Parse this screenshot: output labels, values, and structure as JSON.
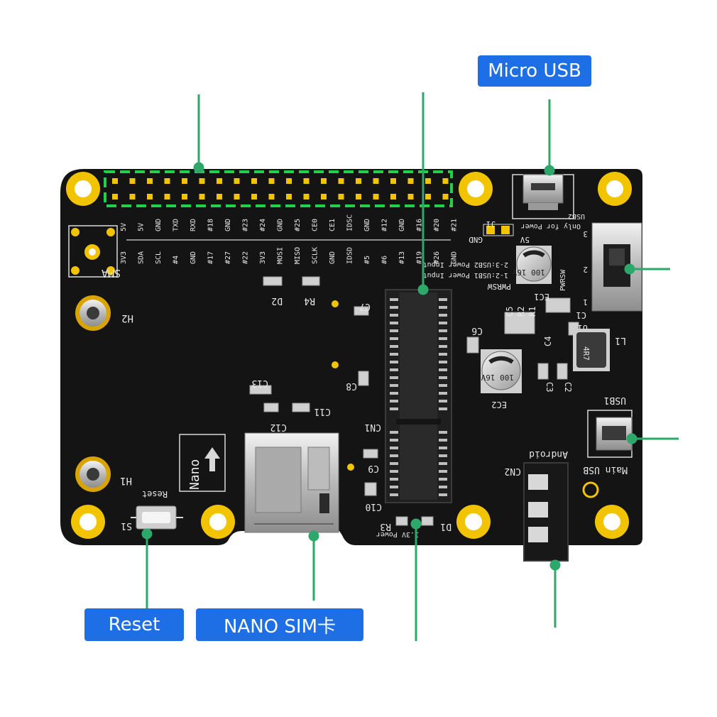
{
  "callouts": {
    "micro_usb": "Micro USB",
    "reset": "Reset",
    "nano_sim": "NANO SIM卡"
  },
  "silkscreen": {
    "top_pins": [
      "5V",
      "5V",
      "GND",
      "TXD",
      "RXD",
      "#18",
      "GND",
      "#23",
      "#24",
      "GND",
      "#25",
      "CE0",
      "CE1",
      "IDSC",
      "GND",
      "#12",
      "GND",
      "#16",
      "#20",
      "#21"
    ],
    "bottom_pins": [
      "3V3",
      "SDA",
      "SCL",
      "#4",
      "GND",
      "#17",
      "#27",
      "#22",
      "3V3",
      "MOSI",
      "MISO",
      "SCLK",
      "GND",
      "IDSD",
      "#5",
      "#6",
      "#13",
      "#19",
      "#26",
      "GND"
    ],
    "sma": "SMA",
    "h2": "H2",
    "h1": "H1",
    "reset": "Reset",
    "s1": "S1",
    "nano": "Nano",
    "d2": "D2",
    "r4": "R4",
    "c7": "C7",
    "c8": "C8",
    "c13": "C13",
    "c12": "C12",
    "c11": "C11",
    "cn1": "CN1",
    "c9": "C9",
    "c10": "C10",
    "r3": "R3",
    "d1": "D1",
    "power_led": "3.3V Power",
    "c6": "C6",
    "j1": "J1",
    "gnd": "GND",
    "v5": "5V",
    "only_for_power": "Only for Power",
    "usb2": "USB2",
    "usb2_power_input": "2-3:USB2 Power Input",
    "usb1_power_input": "1-2:USB1 Power Input",
    "pwrsw_a": "PWRSW",
    "pwrsw_b": "PWRSW",
    "ec1": "EC1",
    "ec1_value": "100 16V",
    "c5": "C5",
    "r2": "R2",
    "r1": "R1",
    "c1": "C1",
    "u1": "U1",
    "l1": "L1",
    "l1_value": "4R7",
    "c4": "C4",
    "ec2": "EC2",
    "ec2_value": "100 16V",
    "c3": "C3",
    "c2": "C2",
    "usb1": "USB1",
    "main_usb": "Main USB",
    "android": "Android",
    "cn2": "CN2",
    "sw_1": "1",
    "sw_2": "2",
    "sw_3": "3"
  },
  "colors": {
    "board": "#141414",
    "pad_gold": "#f2c400",
    "header_box": "#22d04a",
    "leader": "#2ea86a",
    "callout_bg": "#1e6fe6",
    "callout_text": "#ffffff"
  }
}
